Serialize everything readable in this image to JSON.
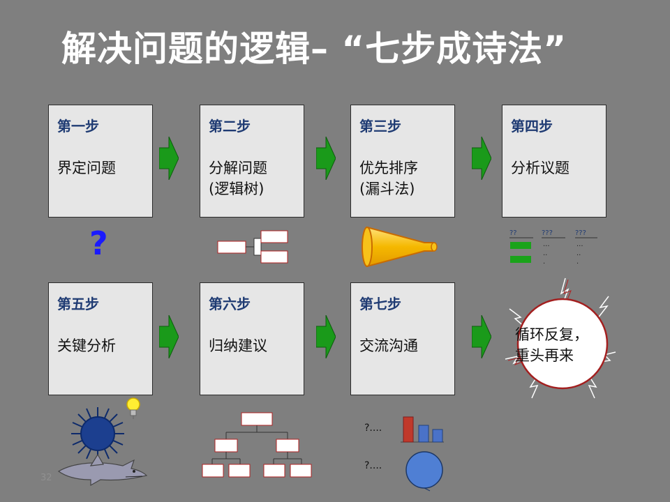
{
  "title": "解决问题的逻辑– “七步成诗法”",
  "steps": [
    {
      "head": "第一步",
      "body": "界定问题"
    },
    {
      "head": "第二步",
      "body": "分解问题\n(逻辑树)"
    },
    {
      "head": "第三步",
      "body": "优先排序\n(漏斗法)"
    },
    {
      "head": "第四步",
      "body": "分析议题"
    },
    {
      "head": "第五步",
      "body": "关键分析"
    },
    {
      "head": "第六步",
      "body": "归纳建议"
    },
    {
      "head": "第七步",
      "body": "交流沟通"
    }
  ],
  "cycle": {
    "text": "循环反复，\n重头再来"
  },
  "icons": {
    "question_mark": "?",
    "step4_labels": [
      "??",
      "???",
      "???"
    ],
    "step7_labels": [
      "?....",
      "?...."
    ]
  },
  "page_number": "32",
  "colors": {
    "background": "#7f7f7f",
    "box": "#e6e6e6",
    "head": "#1f3b73",
    "arrow": "#1a9a1a",
    "accent_red": "#b22222"
  }
}
